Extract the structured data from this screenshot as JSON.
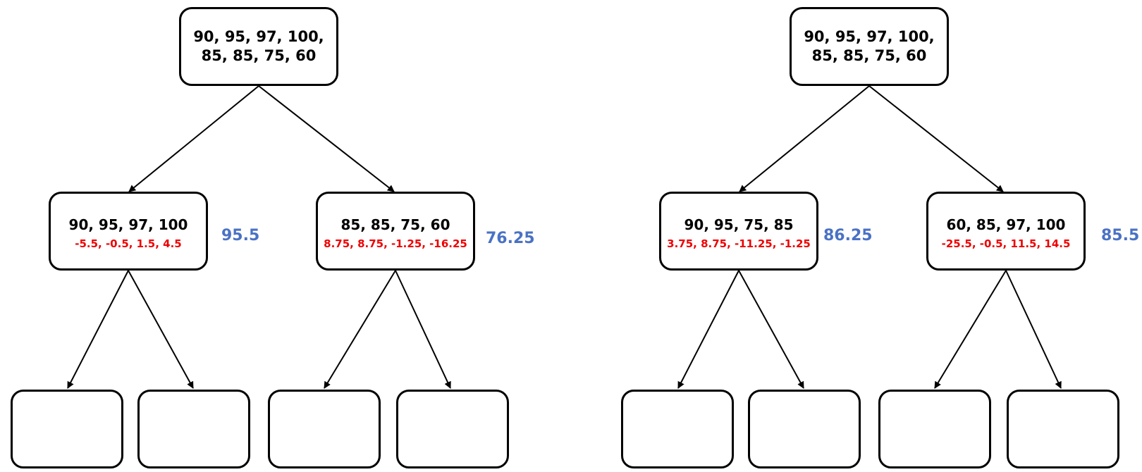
{
  "colors": {
    "stroke": "#000000",
    "residual": "#ee0000",
    "mean": "#4a72c4"
  },
  "trees": [
    {
      "root": {
        "values": "90, 95, 97, 100, 85, 85, 75, 60"
      },
      "left": {
        "values": "90, 95, 97, 100",
        "residuals": "-5.5, -0.5, 1.5, 4.5",
        "mean": "95.5"
      },
      "right": {
        "values": "85, 85, 75, 60",
        "residuals": "8.75, 8.75, -1.25, -16.25",
        "mean": "76.25"
      }
    },
    {
      "root": {
        "values": "90, 95, 97, 100, 85, 85, 75, 60"
      },
      "left": {
        "values": "90, 95, 75, 85",
        "residuals": "3.75, 8.75, -11.25, -1.25",
        "mean": "86.25"
      },
      "right": {
        "values": "60, 85, 97, 100",
        "residuals": "-25.5, -0.5, 11.5, 14.5",
        "mean": "85.5"
      }
    }
  ]
}
